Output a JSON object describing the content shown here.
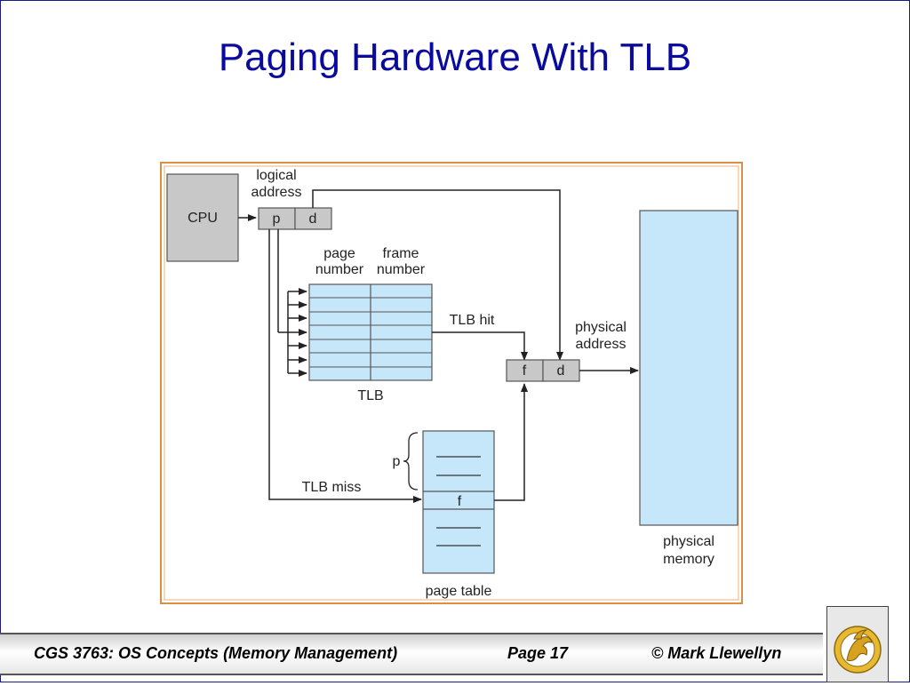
{
  "slide": {
    "title": "Paging Hardware With TLB"
  },
  "diagram": {
    "cpu": "CPU",
    "logical_address_line1": "logical",
    "logical_address_line2": "address",
    "p": "p",
    "d": "d",
    "page_number_line1": "page",
    "page_number_line2": "number",
    "frame_number_line1": "frame",
    "frame_number_line2": "number",
    "tlb": "TLB",
    "tlb_hit": "TLB hit",
    "tlb_miss": "TLB miss",
    "physical_address_line1": "physical",
    "physical_address_line2": "address",
    "f": "f",
    "d2": "d",
    "page_table_p": "p",
    "page_table_f": "f",
    "page_table": "page table",
    "physical_memory_line1": "physical",
    "physical_memory_line2": "memory"
  },
  "footer": {
    "course": "CGS 3763: OS Concepts  (Memory Management)",
    "page": "Page 17",
    "author": "© Mark Llewellyn"
  },
  "colors": {
    "title": "#0a0a9e",
    "light_blue": "#c6e6fa",
    "gray_box": "#c8c8c8",
    "diagram_border": "#e6a868"
  }
}
